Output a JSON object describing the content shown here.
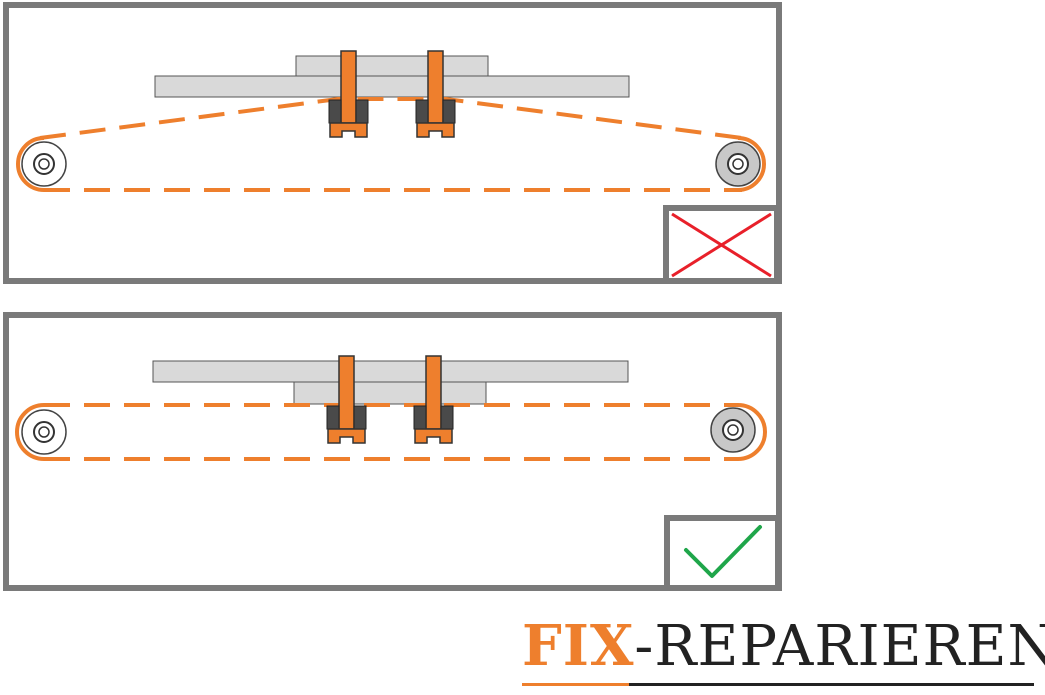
{
  "panels": [
    {
      "id": "wrong",
      "belt": "sagging",
      "verdict": "cross-icon"
    },
    {
      "id": "right",
      "belt": "straight",
      "verdict": "check-icon"
    }
  ],
  "colors": {
    "frame": "#7a7a7a",
    "belt": "#ee7f2d",
    "bolt": "#ee7f2d",
    "nut": "#4a4a4a",
    "plate": "#d9d9d9",
    "cross": "#e8202a",
    "check": "#1fa64a",
    "idler": "#c8c8c8"
  },
  "logo": {
    "brand_accent": "FIX",
    "brand_rest": "-REPARIEREN",
    "accent_color": "#ee7f2d",
    "text_color": "#222222"
  }
}
